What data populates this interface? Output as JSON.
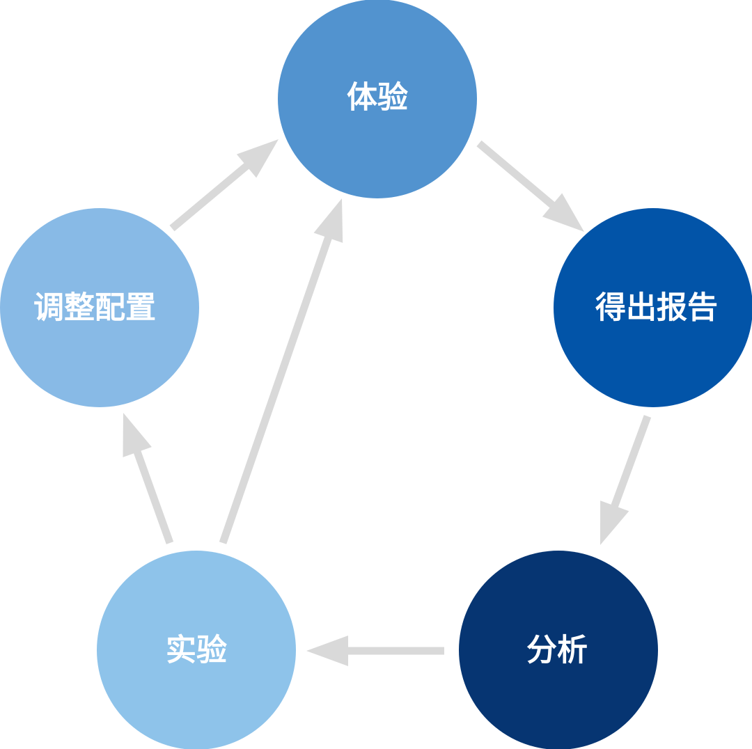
{
  "nodes": [
    {
      "id": "experience",
      "label": "体验",
      "color": "#5293cf"
    },
    {
      "id": "report",
      "label": "得出报告",
      "color": "#0254a8"
    },
    {
      "id": "analysis",
      "label": "分析",
      "color": "#063572"
    },
    {
      "id": "experiment",
      "label": "实验",
      "color": "#8ec3ea"
    },
    {
      "id": "adjust",
      "label": "调整配置",
      "color": "#88bae6"
    }
  ],
  "edges": [
    {
      "from": "experience",
      "to": "report"
    },
    {
      "from": "report",
      "to": "analysis"
    },
    {
      "from": "analysis",
      "to": "experiment"
    },
    {
      "from": "experiment",
      "to": "adjust"
    },
    {
      "from": "adjust",
      "to": "experience"
    },
    {
      "from": "experiment",
      "to": "experience"
    }
  ],
  "arrow_color": "#d9d9d9"
}
